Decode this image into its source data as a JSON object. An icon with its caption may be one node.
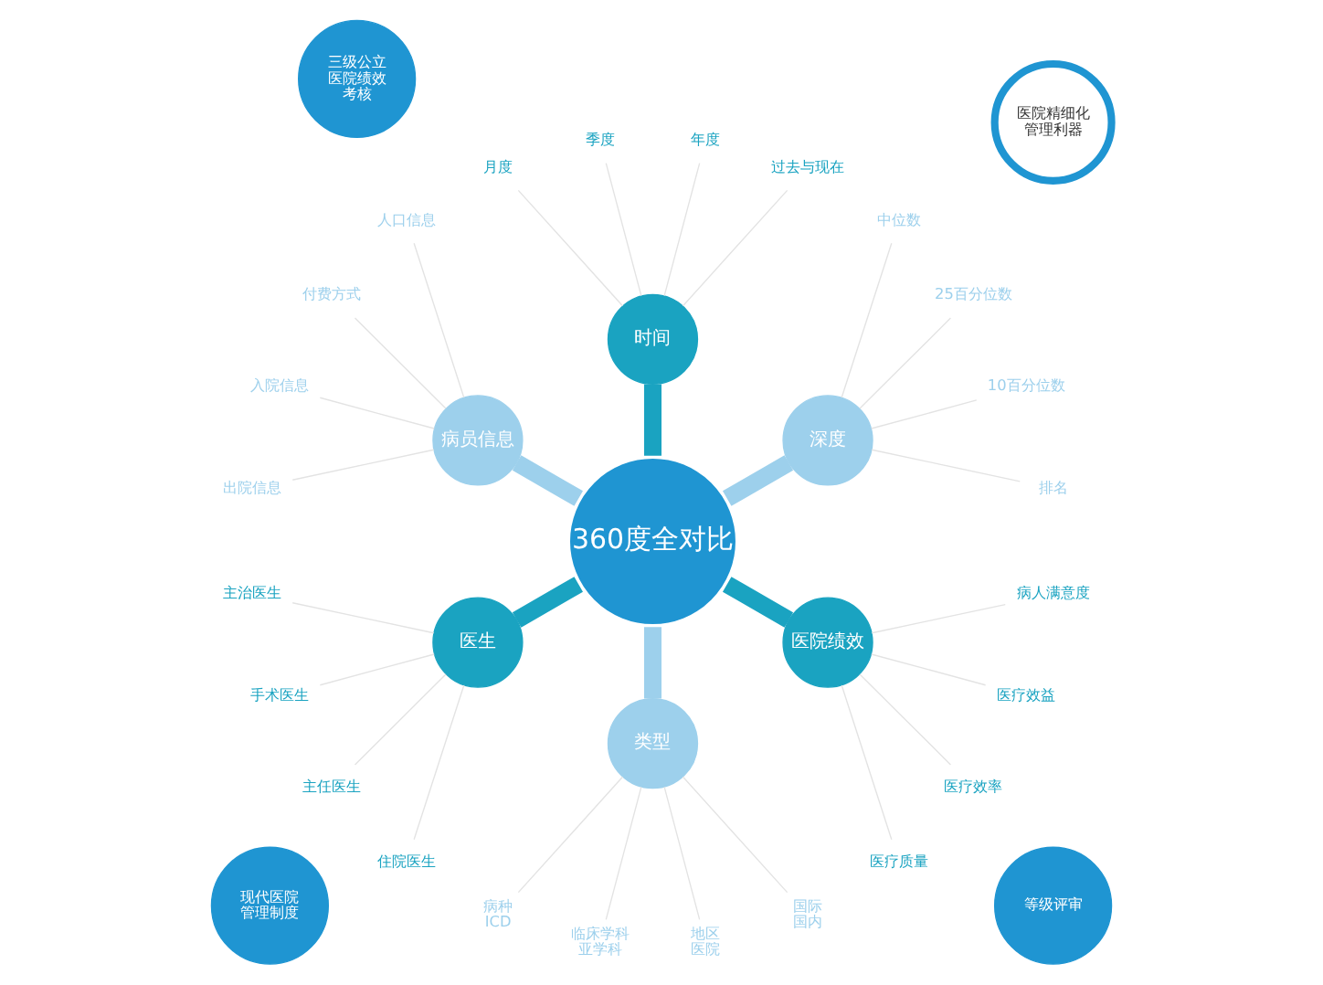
{
  "diagram": {
    "nodes": [
      {
        "text": [
          "医院精细化管理利器"
        ]
      },
      {
        "text": [
          "三级公立医院绩效考核"
        ]
      },
      {
        "text": [
          "等级评审"
        ]
      },
      {
        "text": [
          "现代医院管理制度"
        ]
      },
      {
        "text": [
          "360度全对比"
        ]
      },
      {
        "text": [
          "深度"
        ]
      },
      {
        "text": [
          "排名"
        ]
      },
      {
        "text": [
          "10百分位数"
        ]
      },
      {
        "text": [
          "25百分位数"
        ]
      },
      {
        "text": [
          "中位数"
        ]
      },
      {
        "text": [
          "时间"
        ]
      },
      {
        "text": [
          "过去与现在"
        ]
      },
      {
        "text": [
          "年度"
        ]
      },
      {
        "text": [
          "季度"
        ]
      },
      {
        "text": [
          "月度"
        ]
      },
      {
        "text": [
          "病员信息"
        ]
      },
      {
        "text": [
          "人口信息"
        ]
      },
      {
        "text": [
          "付费方式"
        ]
      },
      {
        "text": [
          "入院信息"
        ]
      },
      {
        "text": [
          "出院信息"
        ]
      },
      {
        "text": [
          "医生"
        ]
      },
      {
        "text": [
          "主治医生"
        ]
      },
      {
        "text": [
          "手术医生"
        ]
      },
      {
        "text": [
          "主任医生"
        ]
      },
      {
        "text": [
          "住院医生"
        ]
      },
      {
        "text": [
          "类型"
        ]
      },
      {
        "text": [
          "病种",
          "ICD"
        ]
      },
      {
        "text": [
          "临床学科",
          "亚学科"
        ]
      },
      {
        "text": [
          "地区",
          "医院"
        ]
      },
      {
        "text": [
          "国际",
          "国内"
        ]
      },
      {
        "text": [
          "医院绩效"
        ]
      },
      {
        "text": [
          "医疗质量"
        ]
      },
      {
        "text": [
          "医疗效率"
        ]
      },
      {
        "text": [
          "医疗效益"
        ]
      },
      {
        "text": [
          "病人满意度"
        ]
      }
    ],
    "edges": [
      {
        "from": 4,
        "to": 5,
        "arrow": "none",
        "style": "thick",
        "color": "#9dd0ec"
      },
      {
        "from": 4,
        "to": 10,
        "arrow": "none",
        "style": "thick",
        "color": "#1aa3c1"
      },
      {
        "from": 4,
        "to": 15,
        "arrow": "none",
        "style": "thick",
        "color": "#9dd0ec"
      },
      {
        "from": 4,
        "to": 20,
        "arrow": "none",
        "style": "thick",
        "color": "#1aa3c1"
      },
      {
        "from": 4,
        "to": 25,
        "arrow": "none",
        "style": "thick",
        "color": "#9dd0ec"
      },
      {
        "from": 4,
        "to": 30,
        "arrow": "none",
        "style": "thick",
        "color": "#1aa3c1"
      },
      {
        "from": 5,
        "to": 6,
        "arrow": "none"
      },
      {
        "from": 5,
        "to": 7,
        "arrow": "none"
      },
      {
        "from": 5,
        "to": 8,
        "arrow": "none"
      },
      {
        "from": 5,
        "to": 9,
        "arrow": "none"
      },
      {
        "from": 10,
        "to": 11,
        "arrow": "none"
      },
      {
        "from": 10,
        "to": 12,
        "arrow": "none"
      },
      {
        "from": 10,
        "to": 13,
        "arrow": "none"
      },
      {
        "from": 10,
        "to": 14,
        "arrow": "none"
      },
      {
        "from": 15,
        "to": 16,
        "arrow": "none"
      },
      {
        "from": 15,
        "to": 17,
        "arrow": "none"
      },
      {
        "from": 15,
        "to": 18,
        "arrow": "none"
      },
      {
        "from": 15,
        "to": 19,
        "arrow": "none"
      },
      {
        "from": 20,
        "to": 21,
        "arrow": "none"
      },
      {
        "from": 20,
        "to": 22,
        "arrow": "none"
      },
      {
        "from": 20,
        "to": 23,
        "arrow": "none"
      },
      {
        "from": 20,
        "to": 24,
        "arrow": "none"
      },
      {
        "from": 25,
        "to": 26,
        "arrow": "none"
      },
      {
        "from": 25,
        "to": 27,
        "arrow": "none"
      },
      {
        "from": 25,
        "to": 28,
        "arrow": "none"
      },
      {
        "from": 25,
        "to": 29,
        "arrow": "none"
      },
      {
        "from": 30,
        "to": 31,
        "arrow": "none"
      },
      {
        "from": 30,
        "to": 32,
        "arrow": "none"
      },
      {
        "from": 30,
        "to": 33,
        "arrow": "none"
      },
      {
        "from": 30,
        "to": 34,
        "arrow": "none"
      }
    ]
  }
}
